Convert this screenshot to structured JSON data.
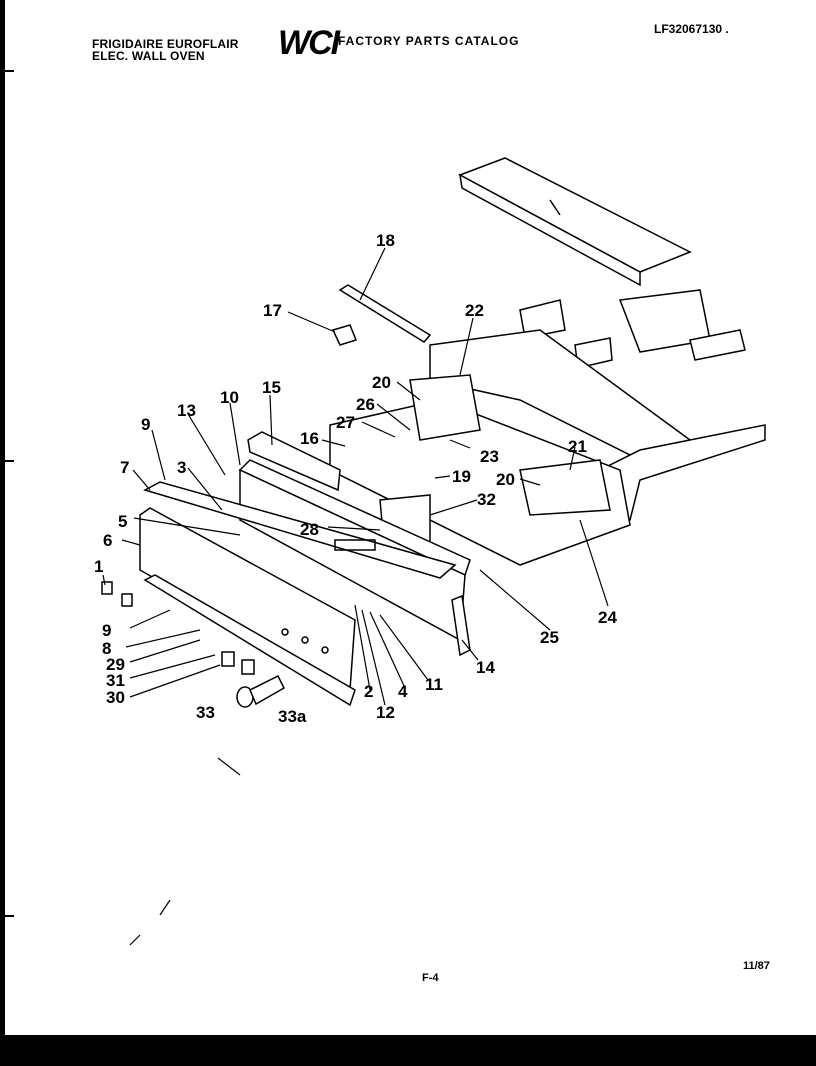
{
  "header": {
    "brand_line1": "FRIGIDAIRE EUROFLAIR",
    "brand_line2": "ELEC. WALL OVEN",
    "logo": "WCI",
    "catalog_title": "FACTORY PARTS CATALOG",
    "model_number": "LF32067130 ."
  },
  "footer": {
    "page": "F-4",
    "date": "11/87"
  },
  "callouts": [
    "18",
    "17",
    "22",
    "15",
    "10",
    "20",
    "26",
    "13",
    "9",
    "27",
    "16",
    "23",
    "21",
    "3",
    "7",
    "19",
    "20",
    "5",
    "32",
    "28",
    "6",
    "1",
    "24",
    "9",
    "25",
    "8",
    "29",
    "31",
    "14",
    "11",
    "4",
    "2",
    "30",
    "12",
    "33",
    "33a"
  ]
}
